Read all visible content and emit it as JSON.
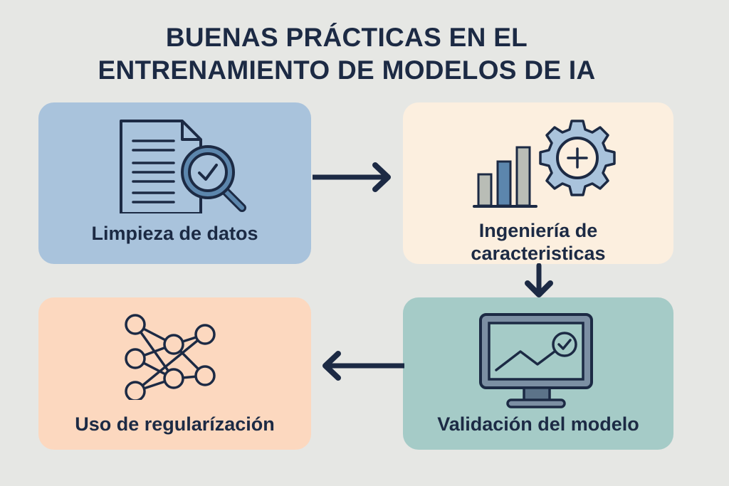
{
  "title": {
    "line1": "BUENAS PRÁCTICAS EN EL",
    "line2": "ENTRENAMIENTO DE MODELOS DE IA"
  },
  "steps": [
    {
      "label": "Limpieza de datos",
      "icon": "document-magnifier-check-icon",
      "color": "#a9c3dc"
    },
    {
      "label_line1": "Ingeniería de",
      "label_line2": "caracteristicas",
      "icon": "bar-chart-gear-plus-icon",
      "color": "#fcefdf"
    },
    {
      "label": "Validación del modelo",
      "icon": "monitor-chart-check-icon",
      "color": "#a5cbc7"
    },
    {
      "label": "Uso de regularízación",
      "icon": "neural-network-icon",
      "color": "#fcd8bf"
    }
  ],
  "arrows": [
    {
      "from": "Limpieza de datos",
      "to": "Ingeniería de caracteristicas",
      "direction": "right"
    },
    {
      "from": "Ingeniería de caracteristicas",
      "to": "Validación del modelo",
      "direction": "down"
    },
    {
      "from": "Validación del modelo",
      "to": "Uso de regularízación",
      "direction": "left"
    }
  ],
  "colors": {
    "background": "#e6e7e4",
    "ink": "#1c2a44",
    "accent_blue": "#5c86ad",
    "accent_light_blue": "#a9c3dc",
    "bar_gray": "#b9bdb6"
  }
}
